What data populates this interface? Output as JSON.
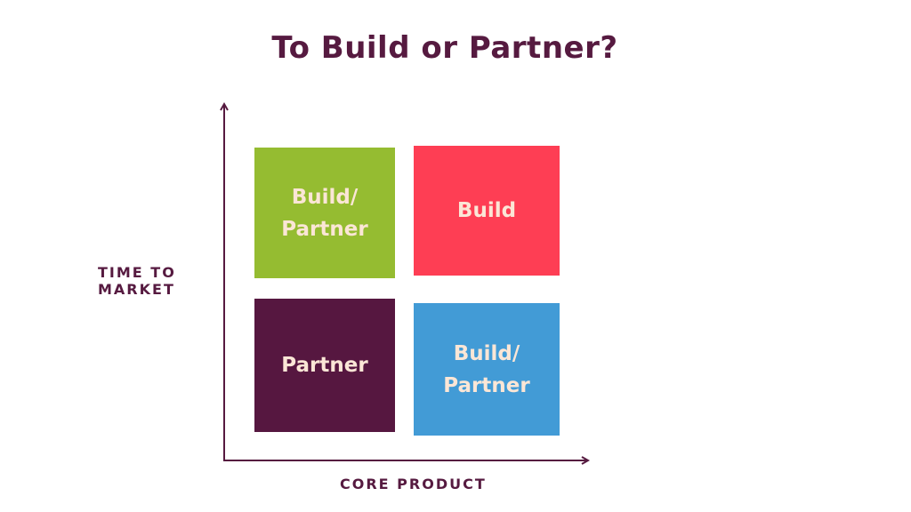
{
  "title": "To Build or Partner?",
  "axes": {
    "y_label_line1": "TIME TO",
    "y_label_line2": "MARKET",
    "x_label": "CORE PRODUCT",
    "color": "#561a40"
  },
  "quadrants": [
    {
      "position": "top-left",
      "line1": "Build/",
      "line2": "Partner",
      "color": "#95bc31"
    },
    {
      "position": "top-right",
      "line1": "Build",
      "line2": "",
      "color": "#fe3e54"
    },
    {
      "position": "bottom-left",
      "line1": "Partner",
      "line2": "",
      "color": "#561740"
    },
    {
      "position": "bottom-right",
      "line1": "Build/",
      "line2": "Partner",
      "color": "#429bd6"
    }
  ],
  "text_color": "#fbe6d6"
}
